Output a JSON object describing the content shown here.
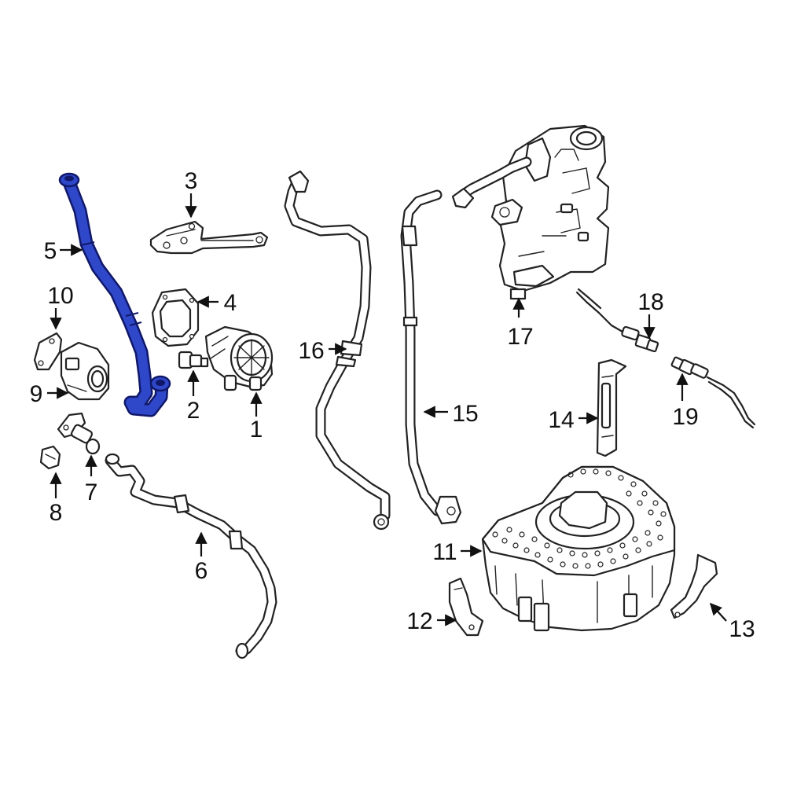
{
  "diagram": {
    "highlight_color": "#2f48c9",
    "line_color": "#222222",
    "background": "#ffffff",
    "highlighted_part": "5",
    "callouts": [
      {
        "id": "c1",
        "label": "1"
      },
      {
        "id": "c2",
        "label": "2"
      },
      {
        "id": "c3",
        "label": "3"
      },
      {
        "id": "c4",
        "label": "4"
      },
      {
        "id": "c5",
        "label": "5"
      },
      {
        "id": "c6",
        "label": "6"
      },
      {
        "id": "c7",
        "label": "7"
      },
      {
        "id": "c8",
        "label": "8"
      },
      {
        "id": "c9",
        "label": "9"
      },
      {
        "id": "c10",
        "label": "10"
      },
      {
        "id": "c11",
        "label": "11"
      },
      {
        "id": "c12",
        "label": "12"
      },
      {
        "id": "c13",
        "label": "13"
      },
      {
        "id": "c14",
        "label": "14"
      },
      {
        "id": "c15",
        "label": "15"
      },
      {
        "id": "c16",
        "label": "16"
      },
      {
        "id": "c17",
        "label": "17"
      },
      {
        "id": "c18",
        "label": "18"
      },
      {
        "id": "c19",
        "label": "19"
      }
    ]
  }
}
